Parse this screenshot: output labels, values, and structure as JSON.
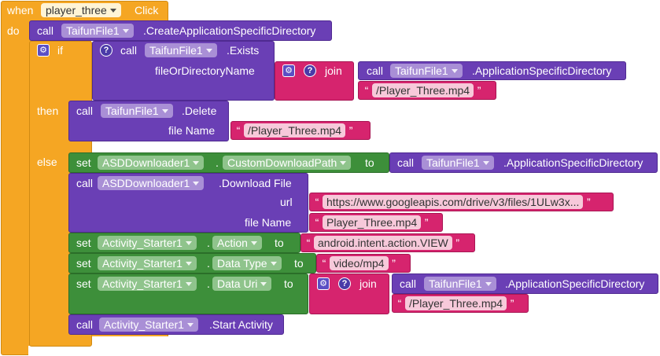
{
  "event": {
    "when": "when",
    "component": "player_three",
    "event_name": "Click",
    "do": "do"
  },
  "create_dir": {
    "call": "call",
    "component": "TaifunFile1",
    "method": ".CreateApplicationSpecificDirectory"
  },
  "if_block": {
    "if": "if",
    "then": "then",
    "else": "else",
    "exists": {
      "call": "call",
      "component": "TaifunFile1",
      "method": ".Exists",
      "param": "fileOrDirectoryName"
    },
    "join": {
      "label": "join",
      "call": "call",
      "component": "TaifunFile1",
      "method": ".ApplicationSpecificDirectory",
      "string": "/Player_Three.mp4"
    }
  },
  "delete": {
    "call": "call",
    "component": "TaifunFile1",
    "method": ".Delete",
    "param": "file Name",
    "string": "/Player_Three.mp4"
  },
  "set_path": {
    "set": "set",
    "component": "ASDDownloader1",
    "dot": ".",
    "property": "CustomDownloadPath",
    "to": "to",
    "call": "call",
    "value_component": "TaifunFile1",
    "value_method": ".ApplicationSpecificDirectory"
  },
  "download": {
    "call": "call",
    "component": "ASDDownloader1",
    "method": ".Download File",
    "url_label": "url",
    "url_value": "https://www.googleapis.com/drive/v3/files/1ULw3x...",
    "file_label": "file Name",
    "file_value": "Player_Three.mp4"
  },
  "set_action": {
    "set": "set",
    "component": "Activity_Starter1",
    "dot": ".",
    "property": "Action",
    "to": "to",
    "value": "android.intent.action.VIEW"
  },
  "set_type": {
    "set": "set",
    "component": "Activity_Starter1",
    "dot": ".",
    "property": "Data Type",
    "to": "to",
    "value": "video/mp4"
  },
  "set_uri": {
    "set": "set",
    "component": "Activity_Starter1",
    "dot": ".",
    "property": "Data Uri",
    "to": "to",
    "join": "join",
    "call": "call",
    "value_component": "TaifunFile1",
    "value_method": ".ApplicationSpecificDirectory",
    "string": "/Player_Three.mp4"
  },
  "start": {
    "call": "call",
    "component": "Activity_Starter1",
    "method": ".Start Activity"
  },
  "icons": {
    "gear": "gear-icon",
    "help": "help-icon",
    "dropdown": "dropdown-arrow-icon"
  },
  "colors": {
    "event": "#f5a623",
    "procedure": "#6a3fb5",
    "text": "#d6246e",
    "setter": "#3d8f3a"
  }
}
